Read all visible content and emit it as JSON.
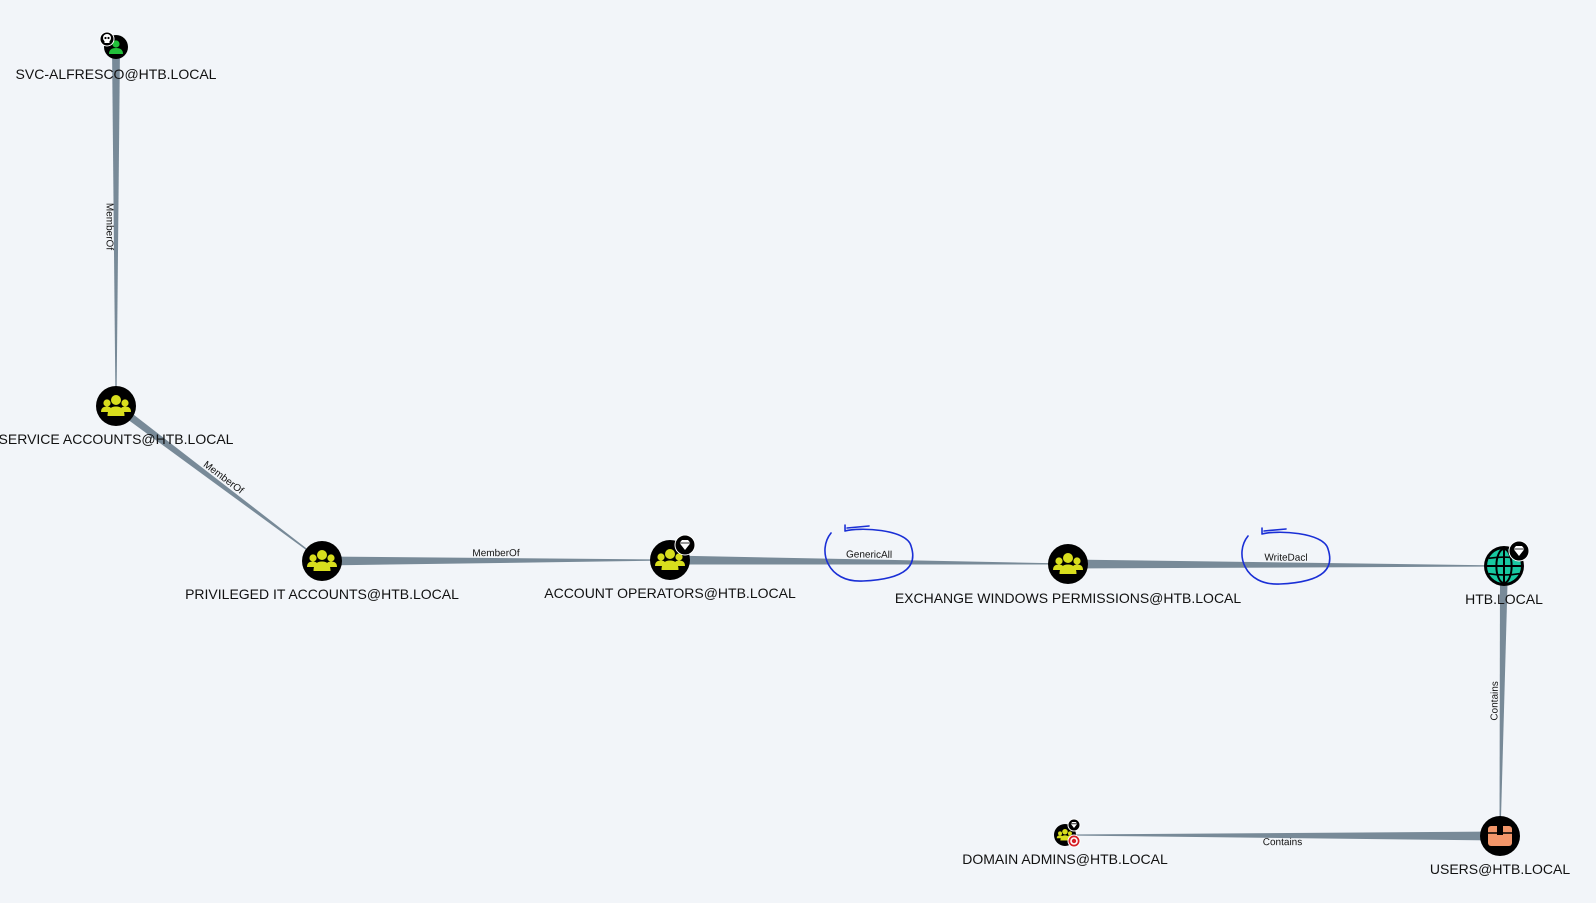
{
  "graph": {
    "colors": {
      "background": "#f2f5f9",
      "edge": "#788a98",
      "node_fill": "#000000",
      "group_icon": "#d8de1d",
      "user_icon": "#22c03a",
      "domain_icon": "#18c9a1",
      "ou_icon": "#f2966a",
      "annotation_ink": "#1a2fd6"
    },
    "nodes": [
      {
        "id": "svc",
        "type": "user",
        "icon": "user-icon",
        "badge": "owned-skull-badge",
        "label": "SVC-ALFRESCO@HTB.LOCAL"
      },
      {
        "id": "service",
        "type": "group",
        "icon": "group-icon",
        "label": "SERVICE ACCOUNTS@HTB.LOCAL"
      },
      {
        "id": "privileged",
        "type": "group",
        "icon": "group-icon",
        "label": "PRIVILEGED IT ACCOUNTS@HTB.LOCAL"
      },
      {
        "id": "accountops",
        "type": "group",
        "icon": "group-icon",
        "badge": "high-value-diamond-badge",
        "label": "ACCOUNT OPERATORS@HTB.LOCAL"
      },
      {
        "id": "exchange",
        "type": "group",
        "icon": "group-icon",
        "label": "EXCHANGE WINDOWS PERMISSIONS@HTB.LOCAL"
      },
      {
        "id": "domain",
        "type": "domain",
        "icon": "globe-icon",
        "badge": "high-value-diamond-badge",
        "label": "HTB.LOCAL"
      },
      {
        "id": "users",
        "type": "container",
        "icon": "container-box-icon",
        "label": "USERS@HTB.LOCAL"
      },
      {
        "id": "domainadmins",
        "type": "group",
        "icon": "group-icon",
        "badge": "target-and-diamond-badge",
        "label": "DOMAIN ADMINS@HTB.LOCAL"
      }
    ],
    "edges": [
      {
        "source": "svc",
        "target": "service",
        "label": "MemberOf"
      },
      {
        "source": "service",
        "target": "privileged",
        "label": "MemberOf"
      },
      {
        "source": "privileged",
        "target": "accountops",
        "label": "MemberOf"
      },
      {
        "source": "accountops",
        "target": "exchange",
        "label": "GenericAll",
        "circled": true
      },
      {
        "source": "exchange",
        "target": "domain",
        "label": "WriteDacl",
        "circled": true
      },
      {
        "source": "domain",
        "target": "users",
        "label": "Contains"
      },
      {
        "source": "users",
        "target": "domainadmins",
        "label": "Contains"
      }
    ]
  }
}
